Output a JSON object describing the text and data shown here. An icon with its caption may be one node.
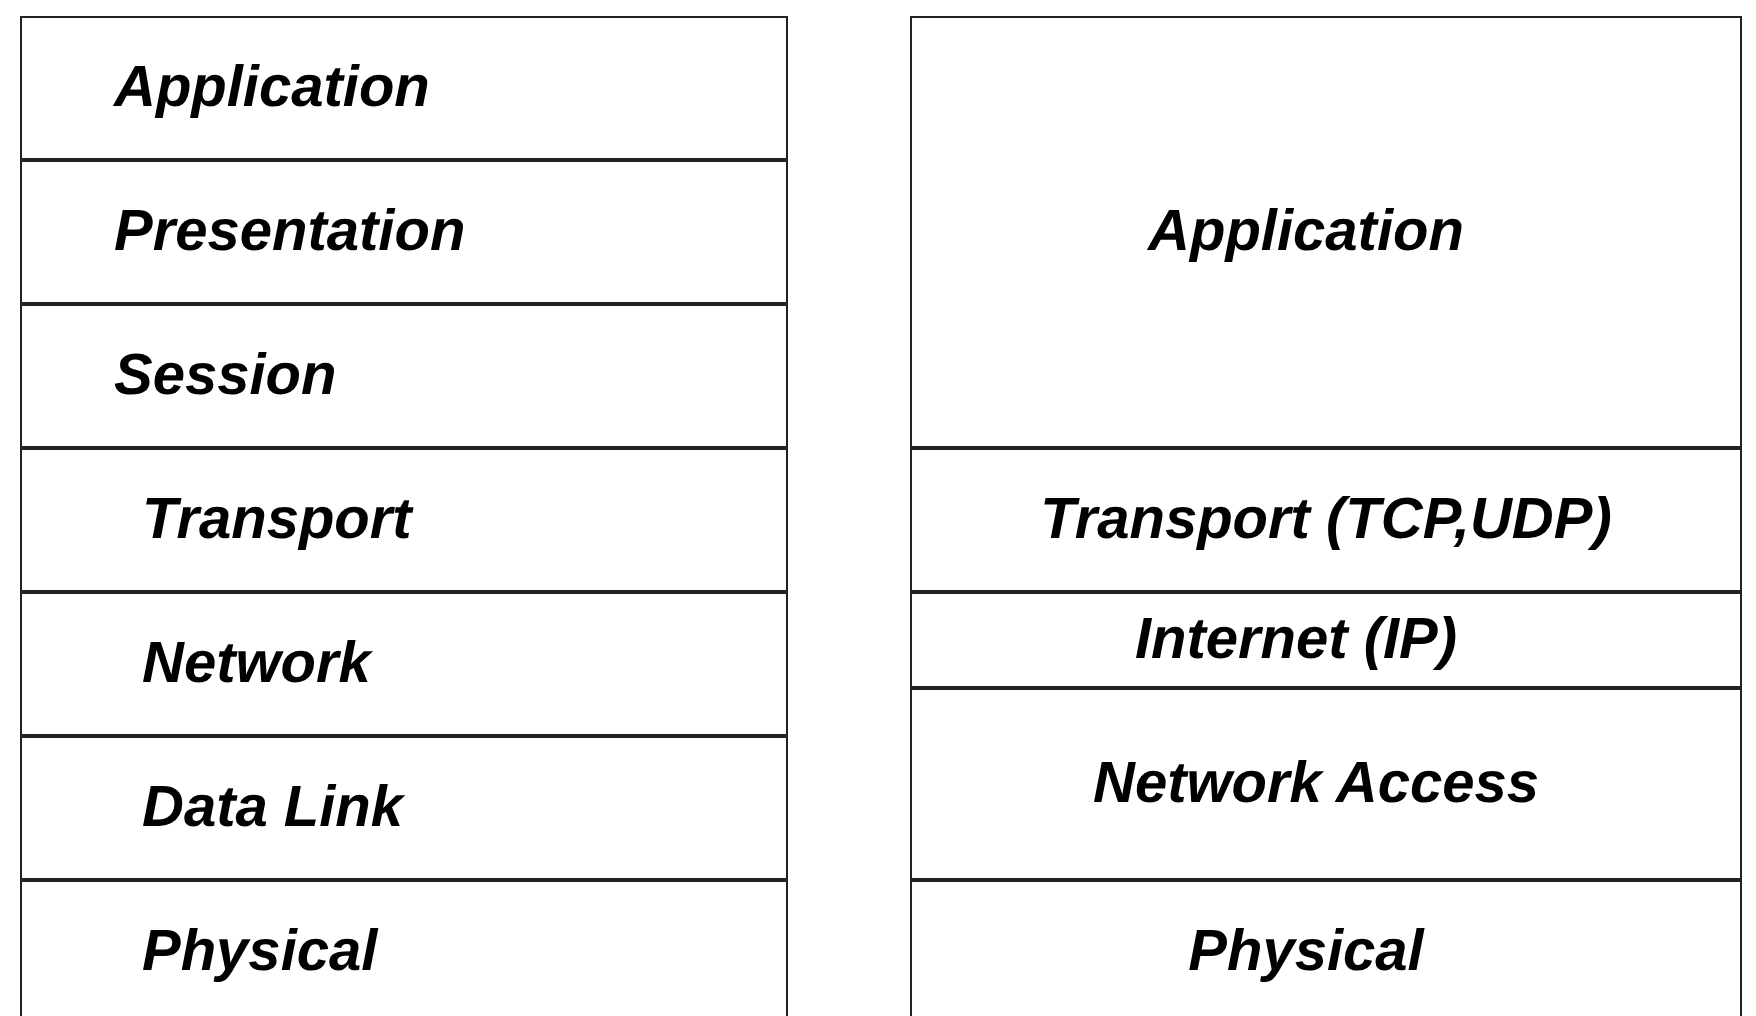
{
  "diagram": {
    "nodes": [
      {
        "text": [
          "Application"
        ]
      },
      {
        "text": [
          "Presentation"
        ]
      },
      {
        "text": [
          "Session"
        ]
      },
      {
        "text": [
          "Transport"
        ]
      },
      {
        "text": [
          "Network"
        ]
      },
      {
        "text": [
          "Data Link"
        ]
      },
      {
        "text": [
          "Physical"
        ]
      },
      {
        "text": [
          "Application"
        ]
      },
      {
        "text": [
          "Transport (TCP,UDP)"
        ]
      },
      {
        "text": [
          "Internet (IP)"
        ]
      },
      {
        "text": [
          "Network Access"
        ]
      },
      {
        "text": [
          "Physical"
        ]
      }
    ]
  }
}
